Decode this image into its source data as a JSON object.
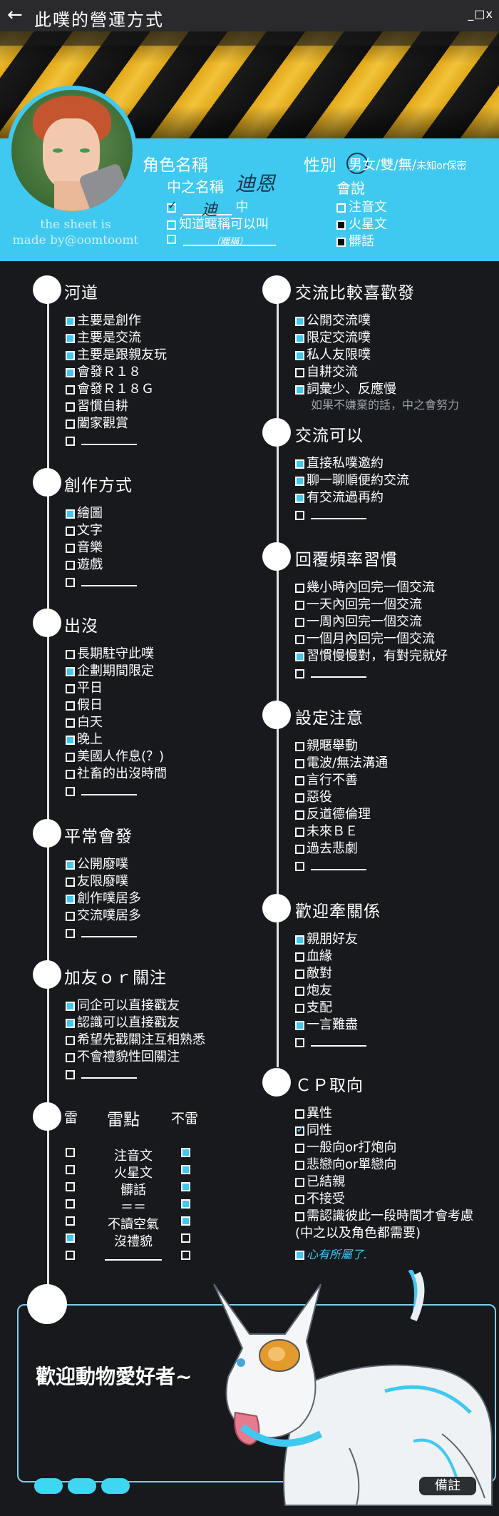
{
  "header": {
    "back_icon": "arrow-left-icon",
    "title": "此噗的營運方式",
    "window_controls": "_□x"
  },
  "profile": {
    "role_label": "角色名稱",
    "zh_name_label": "中之名稱",
    "zh_name_value": "迪恩",
    "nickname_handwritten": "迪",
    "nickname_suffix": "中",
    "know_nickname": "知道暱稱可以叫",
    "nickname_note": "（暱稱）",
    "gender_label": "性別",
    "gender_selected": "男",
    "gender_options": "女/雙/無/",
    "gender_options_small": "未知or保密",
    "speaks_label": "會說",
    "speaks": [
      {
        "label": "注音文",
        "state": "empty"
      },
      {
        "label": "火星文",
        "state": "dark"
      },
      {
        "label": "髒話",
        "state": "dark"
      }
    ],
    "credit_line1": "the sheet is",
    "credit_line2": "made by@oomtoomt"
  },
  "left_sections": {
    "river": {
      "title": "河道",
      "items": [
        {
          "label": "主要是創作",
          "checked": true
        },
        {
          "label": "主要是交流",
          "checked": true
        },
        {
          "label": "主要是跟親友玩",
          "checked": true
        },
        {
          "label": "會發Ｒ１８",
          "checked": true
        },
        {
          "label": "會發Ｒ１８Ｇ",
          "checked": false
        },
        {
          "label": "習慣自耕",
          "checked": false
        },
        {
          "label": "闔家觀賞",
          "checked": false
        }
      ]
    },
    "create": {
      "title": "創作方式",
      "items": [
        {
          "label": "繪圖",
          "checked": true
        },
        {
          "label": "文字",
          "checked": false
        },
        {
          "label": "音樂",
          "checked": false
        },
        {
          "label": "遊戲",
          "checked": false
        }
      ]
    },
    "appear": {
      "title": "出沒",
      "items": [
        {
          "label": "長期駐守此噗",
          "checked": false
        },
        {
          "label": "企劃期間限定",
          "checked": true
        },
        {
          "label": "平日",
          "checked": false
        },
        {
          "label": "假日",
          "checked": false
        },
        {
          "label": "白天",
          "checked": false
        },
        {
          "label": "晚上",
          "checked": true
        },
        {
          "label": "美國人作息(？)",
          "checked": false
        },
        {
          "label": "社畜的出沒時間",
          "checked": false
        }
      ]
    },
    "posts": {
      "title": "平常會發",
      "items": [
        {
          "label": "公開廢噗",
          "checked": true
        },
        {
          "label": "友限廢噗",
          "checked": false
        },
        {
          "label": "創作噗居多",
          "checked": true
        },
        {
          "label": "交流噗居多",
          "checked": false
        }
      ]
    },
    "friend": {
      "title": "加友ｏｒ關注",
      "items": [
        {
          "label": "同企可以直接戳友",
          "checked": true
        },
        {
          "label": "認識可以直接戳友",
          "checked": true
        },
        {
          "label": "希望先戳關注互相熟悉",
          "checked": false
        },
        {
          "label": "不會禮貌性回關注",
          "checked": false
        }
      ]
    },
    "thunder": {
      "title": "雷",
      "mid": "雷點",
      "right": "不雷",
      "rows": [
        {
          "label": "注音文",
          "left": false,
          "right": true
        },
        {
          "label": "火星文",
          "left": false,
          "right": true
        },
        {
          "label": "髒話",
          "left": false,
          "right": true
        },
        {
          "label": "＝＝",
          "left": false,
          "right": true
        },
        {
          "label": "不讀空氣",
          "left": false,
          "right": true
        },
        {
          "label": "沒禮貌",
          "left": true,
          "right": false
        },
        {
          "label": "",
          "left": false,
          "right": false
        }
      ]
    }
  },
  "right_sections": {
    "exchange": {
      "title": "交流比較喜歡發",
      "items": [
        {
          "label": "公開交流噗",
          "checked": true
        },
        {
          "label": "限定交流噗",
          "checked": true
        },
        {
          "label": "私人友限噗",
          "checked": true
        },
        {
          "label": "自耕交流",
          "checked": false
        },
        {
          "label": "詞彙少、反應慢",
          "checked": true
        }
      ],
      "note": "如果不嫌棄的話，中之會努力"
    },
    "exchange_ok": {
      "title": "交流可以",
      "items": [
        {
          "label": "直接私噗邀約",
          "checked": true
        },
        {
          "label": "聊一聊順便約交流",
          "checked": true
        },
        {
          "label": "有交流過再約",
          "checked": true
        }
      ]
    },
    "reply": {
      "title": "回覆頻率習慣",
      "items": [
        {
          "label": "幾小時內回完一個交流",
          "checked": false
        },
        {
          "label": "一天內回完一個交流",
          "checked": false
        },
        {
          "label": "一周內回完一個交流",
          "checked": false
        },
        {
          "label": "一個月內回完一個交流",
          "checked": false
        },
        {
          "label": "習慣慢慢對，有對完就好",
          "checked": true
        }
      ]
    },
    "setting": {
      "title": "設定注意",
      "items": [
        {
          "label": "親暱舉動",
          "checked": false
        },
        {
          "label": "電波/無法溝通",
          "checked": false
        },
        {
          "label": "言行不善",
          "checked": false
        },
        {
          "label": "惡役",
          "checked": false
        },
        {
          "label": "反道德倫理",
          "checked": false
        },
        {
          "label": "未來ＢＥ",
          "checked": false
        },
        {
          "label": "過去悲劇",
          "checked": false
        }
      ]
    },
    "relation": {
      "title": "歡迎牽關係",
      "items": [
        {
          "label": "親朋好友",
          "checked": true
        },
        {
          "label": "血緣",
          "checked": false
        },
        {
          "label": "敵對",
          "checked": false
        },
        {
          "label": "炮友",
          "checked": false
        },
        {
          "label": "支配",
          "checked": false
        },
        {
          "label": "一言難盡",
          "checked": true
        }
      ]
    },
    "cp": {
      "title": "ＣＰ取向",
      "items": [
        {
          "label": "異性",
          "checked": false
        },
        {
          "label": "同性",
          "checked": false,
          "ticked": true
        },
        {
          "label": "一般向or打炮向",
          "checked": false
        },
        {
          "label": "悲戀向or單戀向",
          "checked": false
        },
        {
          "label": "已結親",
          "checked": false
        },
        {
          "label": "不接受",
          "checked": false
        },
        {
          "label": "需認識彼此一段時間才會考慮",
          "checked": false
        }
      ],
      "note": "(中之以及角色都需要)",
      "highlight": "心有所屬了."
    }
  },
  "bottom": {
    "welcome": "歡迎動物愛好者~",
    "note_button": "備註"
  }
}
